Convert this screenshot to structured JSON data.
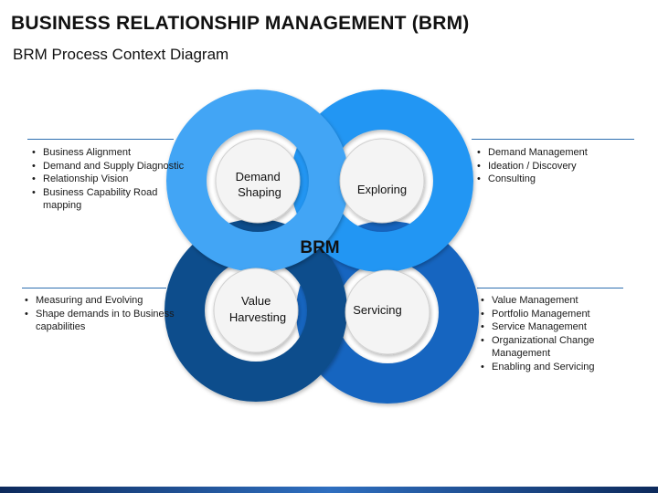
{
  "title": "BUSINESS RELATIONSHIP MANAGEMENT (BRM)",
  "subtitle": "BRM Process Context Diagram",
  "center_label": "BRM",
  "quadrants": {
    "top_left": {
      "label_lines": [
        "Demand",
        "Shaping"
      ],
      "color": "#42a5f5"
    },
    "top_right": {
      "label_lines": [
        "Exploring"
      ],
      "color": "#2196f3"
    },
    "bottom_left": {
      "label_lines": [
        "Value",
        "Harvesting"
      ],
      "color": "#0d4e8c"
    },
    "bottom_right": {
      "label_lines": [
        "Servicing"
      ],
      "color": "#1565c0"
    }
  },
  "bullets": {
    "top_left": [
      "Business Alignment",
      "Demand and Supply Diagnostic",
      "Relationship Vision",
      "Business Capability Road mapping"
    ],
    "top_right": [
      "Demand Management",
      "Ideation / Discovery",
      "Consulting"
    ],
    "bottom_left": [
      "Measuring and Evolving",
      "Shape demands in to Business capabilities"
    ],
    "bottom_right": [
      "Value Management",
      "Portfolio Management",
      "Service Management",
      "Organizational Change Management",
      "Enabling and Servicing"
    ]
  },
  "colors": {
    "rule": "#2e6fb0",
    "inner_circle": "#f4f4f4"
  }
}
